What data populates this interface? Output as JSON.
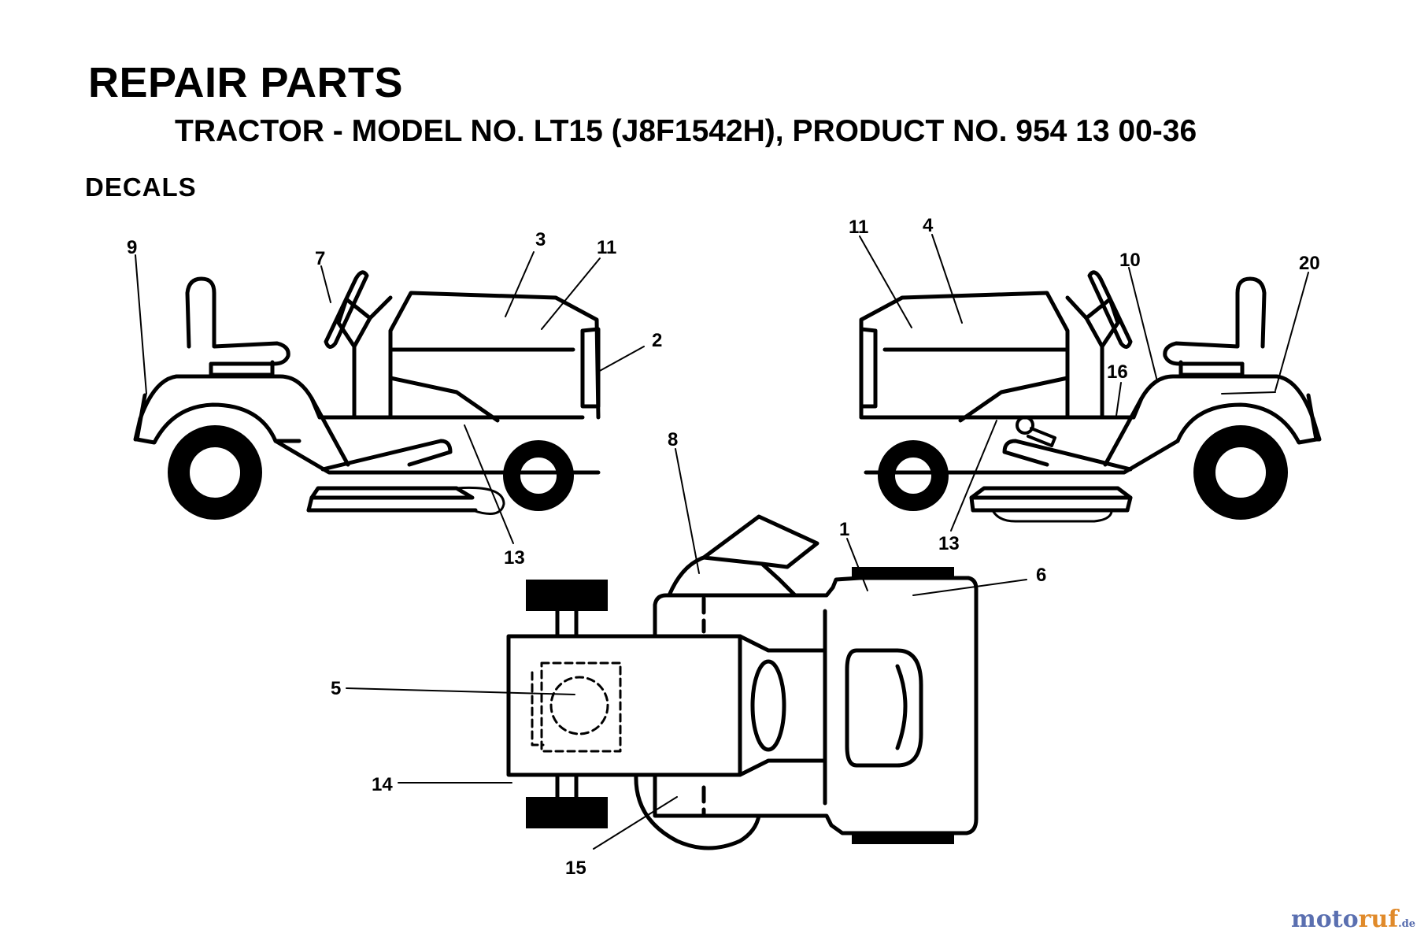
{
  "header": {
    "title": "REPAIR PARTS",
    "subtitle": "TRACTOR - MODEL NO. LT15 (J8F1542H), PRODUCT NO. 954 13 00-36",
    "section": "DECALS"
  },
  "callouts": {
    "c1": "1",
    "c2": "2",
    "c3": "3",
    "c4": "4",
    "c5": "5",
    "c6": "6",
    "c7": "7",
    "c8": "8",
    "c9": "9",
    "c10": "10",
    "c11a": "11",
    "c11b": "11",
    "c13a": "13",
    "c13b": "13",
    "c14": "14",
    "c15": "15",
    "c16": "16",
    "c20": "20"
  },
  "watermark": {
    "part1": "moto",
    "part2": "ruf",
    "part3": ".de"
  }
}
